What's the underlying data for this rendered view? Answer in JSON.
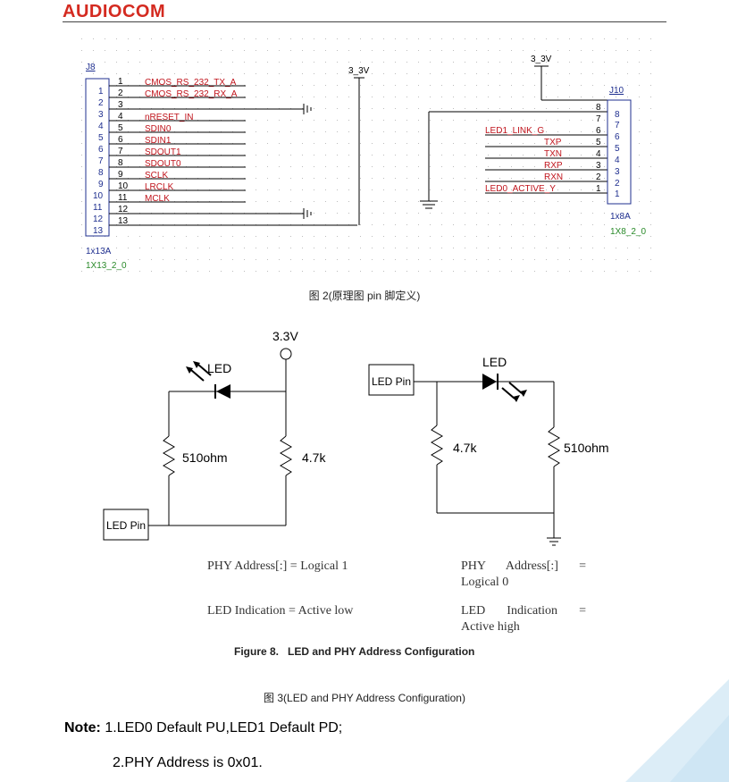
{
  "header": {
    "logo_text": "AUDIOCOM"
  },
  "schematic": {
    "j8": {
      "ref": "J8",
      "type": "1x13A",
      "footprint": "1X13_2_0",
      "pin_numbers": [
        "1",
        "2",
        "3",
        "4",
        "5",
        "6",
        "7",
        "8",
        "9",
        "10",
        "11",
        "12",
        "13"
      ],
      "nets": [
        "CMOS_RS_232_TX_A",
        "CMOS_RS_232_RX_A",
        "",
        "nRESET_IN",
        "SDIN0",
        "SDIN1",
        "SDOUT1",
        "SDOUT0",
        "SCLK",
        "LRCLK",
        "MCLK",
        "",
        ""
      ]
    },
    "j10": {
      "ref": "J10",
      "type": "1x8A",
      "footprint": "1X8_2_0",
      "pin_numbers": [
        "8",
        "7",
        "6",
        "5",
        "4",
        "3",
        "2",
        "1"
      ],
      "nets": [
        "",
        "",
        "LED1_LINK_G",
        "TXP",
        "TXN",
        "RXP",
        "RXN",
        "LED0_ACTIVE_Y"
      ]
    },
    "power_label_left": "3_3V",
    "power_label_right": "3_3V",
    "caption": "图 2(原理图 pin 脚定义)"
  },
  "led_figure": {
    "left": {
      "supply": "3.3V",
      "led_label": "LED",
      "resistor_a": "510ohm",
      "resistor_b": "4.7k",
      "pin_box": "LED Pin",
      "phy_text": "PHY Address[:] = Logical 1",
      "led_text": "LED Indication = Active low"
    },
    "right": {
      "led_label": "LED",
      "pin_box": "LED Pin",
      "resistor_a": "4.7k",
      "resistor_b": "510ohm",
      "phy_line1": "PHY Address[:] =",
      "phy_line2": "Logical 0",
      "led_line1": "LED Indication =",
      "led_line2": "Active high"
    },
    "figure_caption": "Figure 8.   LED and PHY Address Configuration",
    "caption": "图 3(LED and PHY Address Configuration)"
  },
  "note": {
    "label": "Note:",
    "line1": "1.LED0 Default PU,LED1 Default PD;",
    "line2": "2.PHY Address is 0x01."
  },
  "colors": {
    "brand": "#d42a20",
    "wire_red": "#c0141c",
    "ref_blue": "#1f2f8f",
    "footprint_green": "#2a8a2a",
    "corner_blue": "#cfe6f4"
  }
}
